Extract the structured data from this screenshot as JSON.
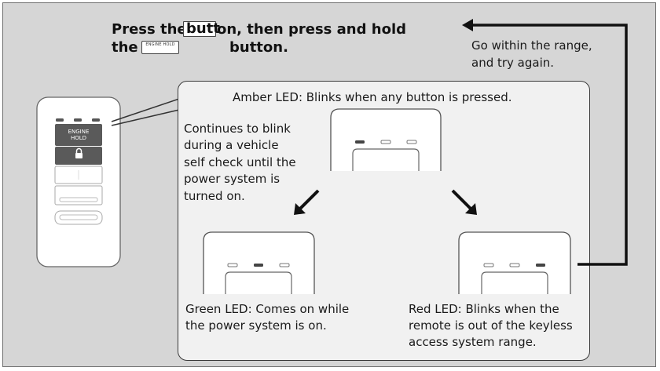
{
  "instruction": {
    "line1_pre": "Press the",
    "line1_post": "on, then press and hold",
    "line2_pre": "the",
    "line2_post": "button.",
    "button1_label": "butt",
    "button2_label": "ENGINE HOLD"
  },
  "retry": {
    "line1": "Go within the range,",
    "line2": "and try again."
  },
  "amber": {
    "label": "Amber LED: Blinks when any button is pressed."
  },
  "blink": {
    "line1": "Continues to blink",
    "line2": "during a vehicle",
    "line3": "self check until the",
    "line4": "power system is",
    "line5": "turned on."
  },
  "green": {
    "line1": "Green LED: Comes on while",
    "line2": "the power system is on."
  },
  "red": {
    "line1": "Red LED: Blinks when the",
    "line2": "remote is out of the keyless",
    "line3": "access system range."
  },
  "remote": {
    "engine_label": "ENGINE HOLD"
  },
  "colors": {
    "frame_background": "#d6d6d6",
    "panel_background": "#f1f1f1",
    "outline": "#3a3a3a"
  }
}
